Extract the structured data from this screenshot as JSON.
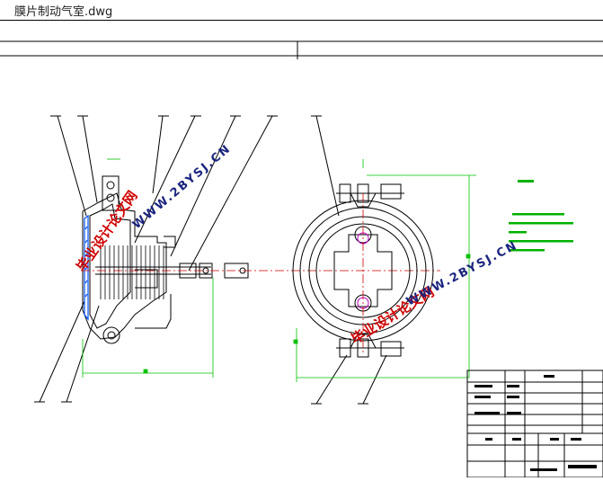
{
  "window": {
    "title": "膜片制动气室.dwg"
  },
  "colors": {
    "line": "#000000",
    "dim": "#00c000",
    "watermark": "#d00000",
    "watermark2": "#1a237e",
    "note": "#00b000",
    "hatch": "#0050ff",
    "accent": "#c000c0"
  },
  "watermarks": {
    "left_cn": "毕业设计论文网",
    "left_url": "WWW.2BYSJ.CN",
    "right_cn": "毕业设计论文网",
    "right_url": "WWW.2BYSJ.CN"
  }
}
